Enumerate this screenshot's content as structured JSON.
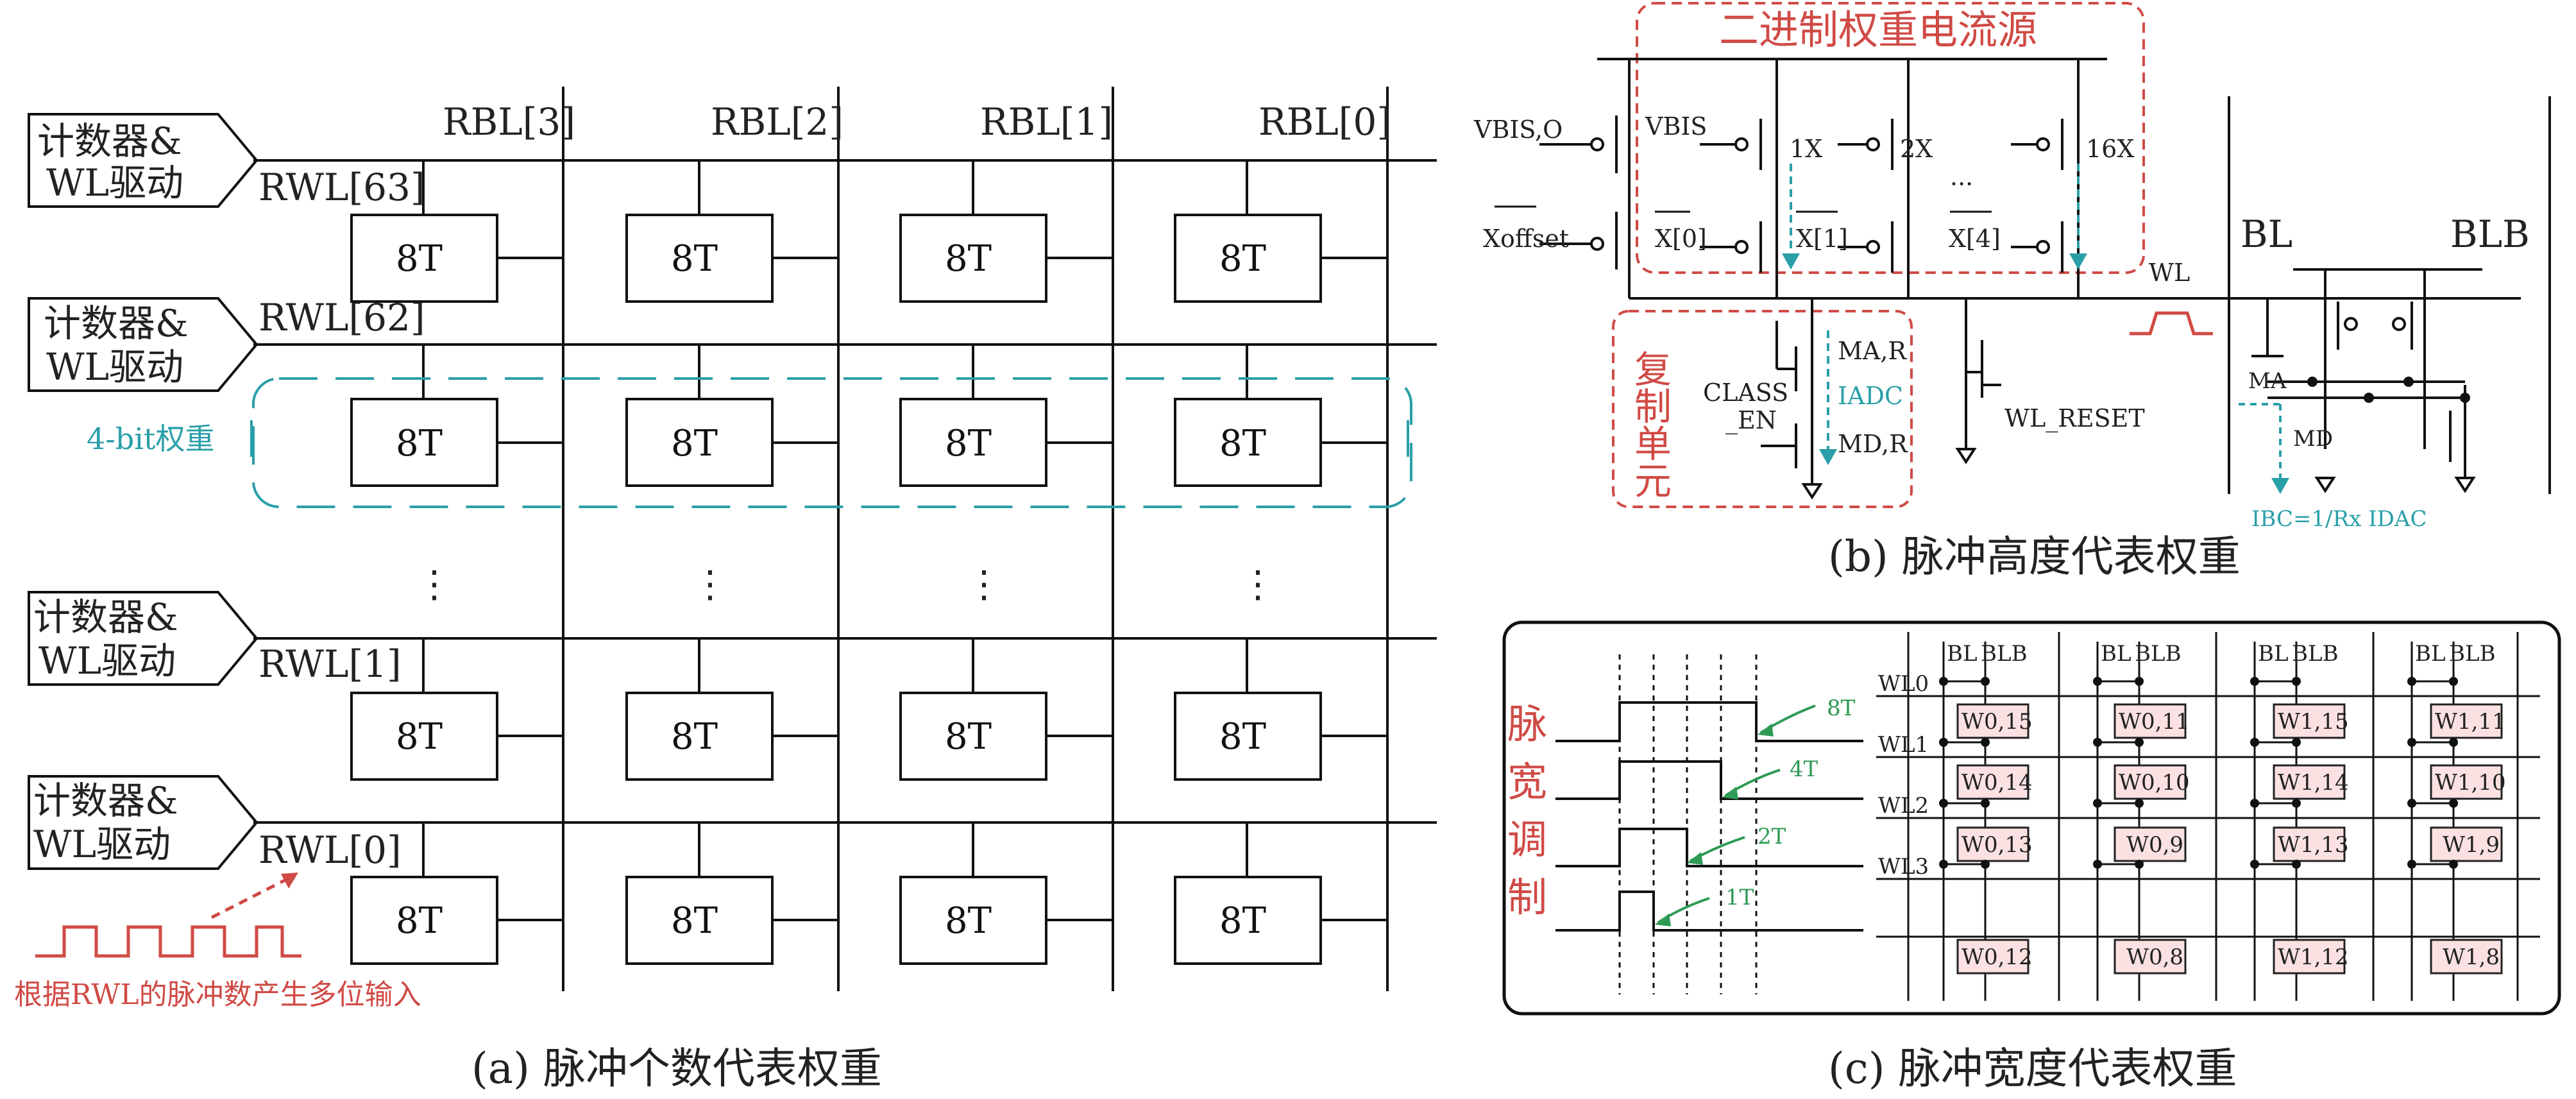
{
  "panel_a": {
    "caption": "(a) 脉冲个数代表权重",
    "rbl_labels": [
      "RBL[3]",
      "RBL[2]",
      "RBL[1]",
      "RBL[0]"
    ],
    "rwl_labels": [
      "RWL[63]",
      "RWL[62]",
      "RWL[1]",
      "RWL[0]"
    ],
    "driver_label_line1": "计数器&",
    "driver_label_line2": "WL驱动",
    "cell_label": "8T",
    "weight_group_label": "4-bit权重",
    "pulse_note": "根据RWL的脉冲数产生多位输入",
    "ellipsis": "⋮"
  },
  "panel_b": {
    "caption": "(b) 脉冲高度代表权重",
    "current_source_title": "二进制权重电流源",
    "replica_title": "复制单元",
    "labels": {
      "vbis_o": "VBIS,O",
      "vbis": "VBIS",
      "xoffset": "Xoffset",
      "x0": "X[0]",
      "x1": "X[1]",
      "x4": "X[4]",
      "w1x": "1X",
      "w2x": "2X",
      "w16x": "16X",
      "dots": "···",
      "wl": "WL",
      "wl_reset": "WL_RESET",
      "class_en1": "CLASS",
      "class_en2": "_EN",
      "mar": "MA,R",
      "mdr": "MD,R",
      "iadc": "IADC",
      "bl": "BL",
      "blb": "BLB",
      "ma": "MA",
      "md": "MD",
      "ibc": "IBC=1/Rx IDAC"
    }
  },
  "panel_c": {
    "caption": "(c) 脉冲宽度代表权重",
    "pwm_label": [
      "脉",
      "宽",
      "调",
      "制"
    ],
    "pulse_widths": [
      "8T",
      "4T",
      "2T",
      "1T"
    ],
    "wl_labels": [
      "WL0",
      "WL1",
      "WL2",
      "WL3"
    ],
    "col_header_bl": "BL",
    "col_header_blb": "BLB",
    "cells": [
      [
        "W0,15",
        "W0,11",
        "W1,15",
        "W1,11"
      ],
      [
        "W0,14",
        "W0,10",
        "W1,14",
        "W1,10"
      ],
      [
        "W0,13",
        "W0,9",
        "W1,13",
        "W1,9"
      ],
      [
        "W0,12",
        "W0,8",
        "W1,12",
        "W1,8"
      ]
    ]
  },
  "colors": {
    "red_accent": "#d04a45",
    "teal_accent": "#2a9fa8",
    "green_accent": "#2e9a55",
    "pink_cell": "#fbe1e1"
  }
}
